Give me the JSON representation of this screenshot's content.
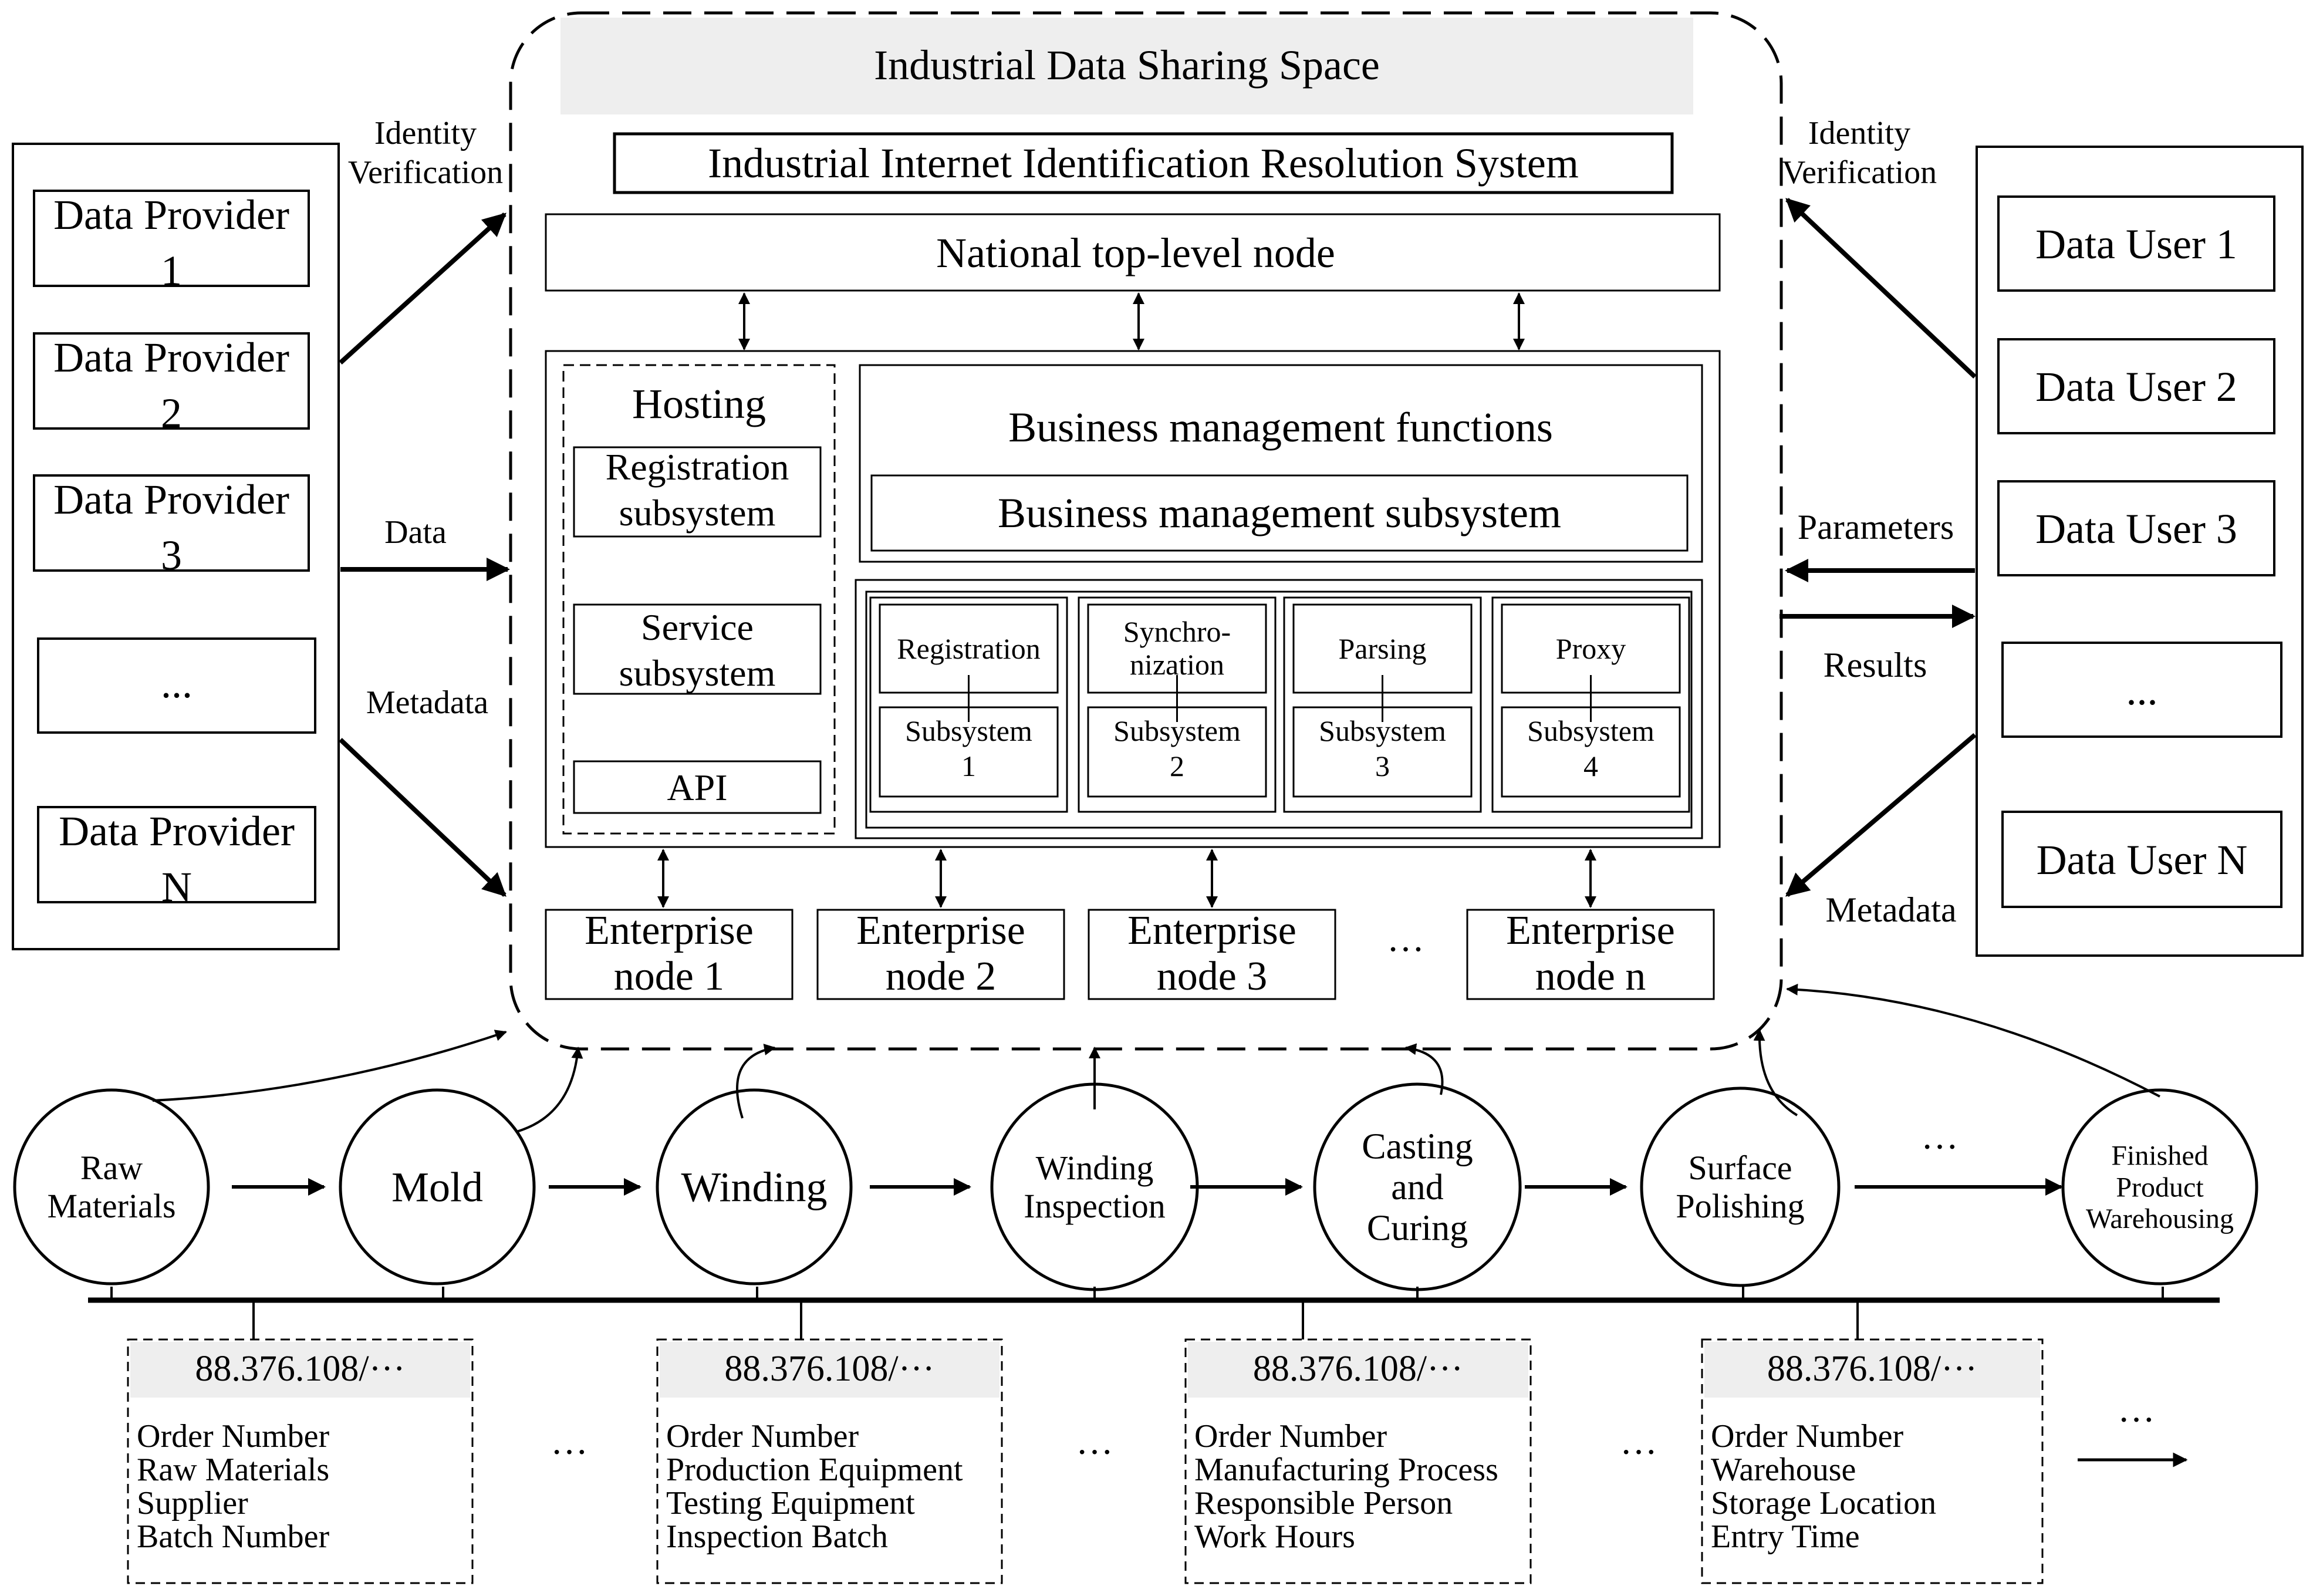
{
  "space": {
    "title": "Industrial Data Sharing Space",
    "resolution_system": "Industrial Internet Identification Resolution System",
    "top_node": "National top-level node",
    "hosting": {
      "title": "Hosting",
      "registration": [
        "Registration",
        "subsystem"
      ],
      "service": [
        "Service",
        "subsystem"
      ],
      "api": "API"
    },
    "business": {
      "functions_title": "Business management functions",
      "subsystem_title": "Business management subsystem"
    },
    "subsystems": [
      {
        "top": [
          "Registration"
        ],
        "bottom": [
          "Subsystem",
          "1"
        ]
      },
      {
        "top": [
          "Synchro-",
          "nization"
        ],
        "bottom": [
          "Subsystem",
          "2"
        ]
      },
      {
        "top": [
          "Parsing"
        ],
        "bottom": [
          "Subsystem",
          "3"
        ]
      },
      {
        "top": [
          "Proxy"
        ],
        "bottom": [
          "Subsystem",
          "4"
        ]
      }
    ],
    "enterprise_nodes": [
      [
        "Enterprise",
        "node 1"
      ],
      [
        "Enterprise",
        "node 2"
      ],
      [
        "Enterprise",
        "node 3"
      ],
      [
        "Enterprise",
        "node n"
      ]
    ],
    "enterprise_ellipsis": "…"
  },
  "providers": {
    "items": [
      [
        "Data Provider",
        "1"
      ],
      [
        "Data Provider",
        "2"
      ],
      [
        "Data Provider",
        "3"
      ],
      [
        "..."
      ],
      [
        "Data Provider",
        "N"
      ]
    ],
    "labels": {
      "identity": [
        "Identity",
        "Verification"
      ],
      "data": "Data",
      "metadata": "Metadata"
    }
  },
  "users": {
    "items": [
      "Data User 1",
      "Data User 2",
      "Data User 3",
      "...",
      "Data User N"
    ],
    "labels": {
      "identity": [
        "Identity",
        "Verification"
      ],
      "parameters": "Parameters",
      "results": "Results",
      "metadata": "Metadata"
    }
  },
  "process": {
    "steps": [
      [
        "Raw",
        "Materials"
      ],
      [
        "Mold"
      ],
      [
        "Winding"
      ],
      [
        "Winding",
        "Inspection"
      ],
      [
        "Casting",
        "and",
        "Curing"
      ],
      [
        "Surface",
        "Polishing"
      ],
      [
        "Finished",
        "Product",
        "Warehousing"
      ]
    ],
    "ellipsis": "···"
  },
  "records": {
    "items": [
      {
        "id": "88.376.108/···",
        "fields": [
          "Order Number",
          "Raw Materials",
          "Supplier",
          "Batch Number"
        ]
      },
      {
        "id": "88.376.108/···",
        "fields": [
          "Order Number",
          "Production Equipment",
          "Testing Equipment",
          "Inspection Batch"
        ]
      },
      {
        "id": "88.376.108/···",
        "fields": [
          "Order Number",
          "Manufacturing Process",
          "Responsible Person",
          "Work Hours"
        ]
      },
      {
        "id": "88.376.108/···",
        "fields": [
          "Order Number",
          "Warehouse",
          "Storage Location",
          "Entry Time"
        ]
      }
    ],
    "ellipsis": "···",
    "trailing_ellipsis": "···"
  },
  "colors": {
    "line": "#000000",
    "title_band": "#eeeeee",
    "record_header": "#eeeeee",
    "background": "#ffffff"
  }
}
